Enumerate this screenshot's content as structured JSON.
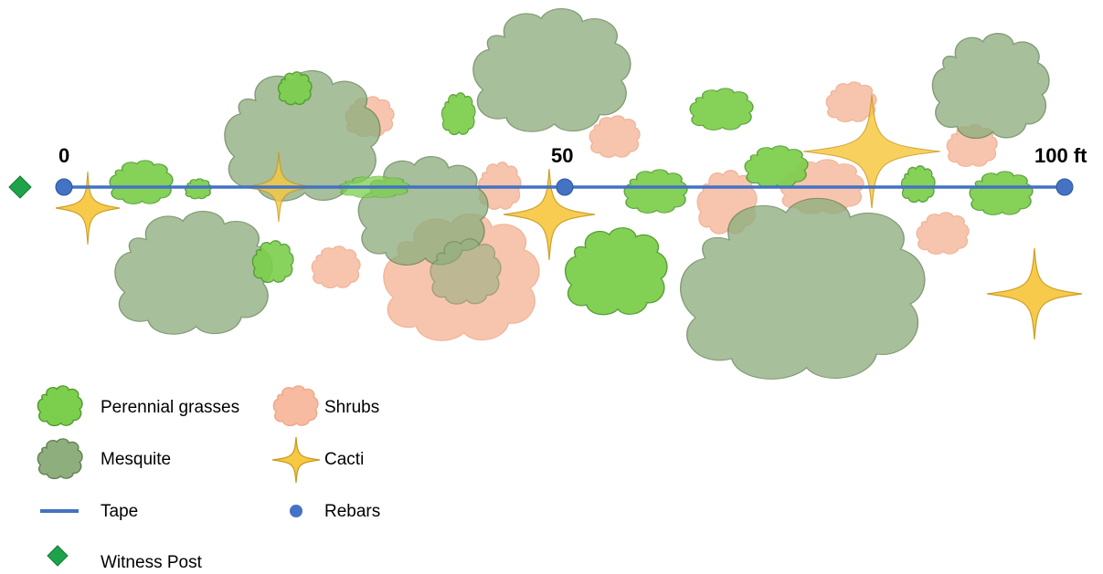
{
  "transect": {
    "labels": {
      "start": "0",
      "mid": "50",
      "end": "100 ft"
    },
    "colors": {
      "tape": "#4472c4",
      "rebar": "#4472c4",
      "witness_post": "#1fa34a",
      "grass": "#7ccf4c",
      "grass_stroke": "#4e9a2c",
      "mesquite": "#8fae7e",
      "mesquite_stroke": "#5f7f52",
      "shrub": "#f6bba0",
      "shrub_stroke": "#eea888",
      "cactus": "#f7c842",
      "cactus_stroke": "#c99a1c"
    }
  },
  "legend": {
    "grasses": "Perennial grasses",
    "mesquite": "Mesquite",
    "tape": "Tape",
    "witness_post": "Witness Post",
    "shrubs": "Shrubs",
    "cacti": "Cacti",
    "rebars": "Rebars"
  }
}
